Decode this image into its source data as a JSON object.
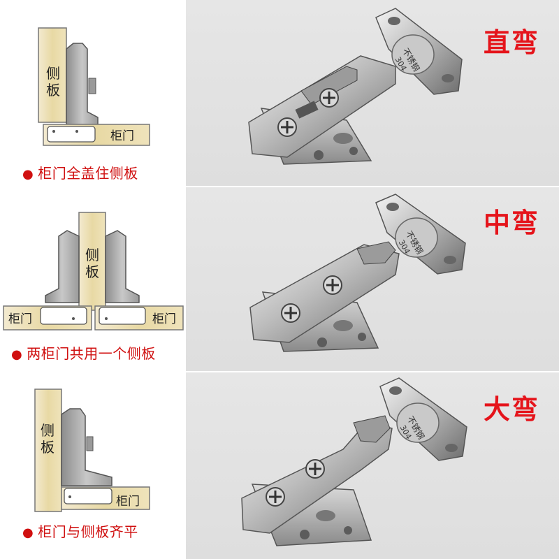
{
  "rows": [
    {
      "hinge_type": "直弯",
      "diagram_side_label": "侧板",
      "diagram_door_label": "柜门",
      "caption": "柜门全盖住侧板",
      "stamp": "不锈钢",
      "stamp_grade": "304"
    },
    {
      "hinge_type": "中弯",
      "diagram_side_label": "侧板",
      "diagram_door_label_left": "柜门",
      "diagram_door_label_right": "柜门",
      "caption": "两柜门共用一个侧板",
      "stamp": "不锈钢",
      "stamp_grade": "304"
    },
    {
      "hinge_type": "大弯",
      "diagram_side_label": "侧板",
      "diagram_door_label": "柜门",
      "caption": "柜门与侧板齐平",
      "stamp": "不锈钢",
      "stamp_grade": "304"
    }
  ],
  "colors": {
    "label_red": "#e5141b",
    "wood": "#ecdfae",
    "metal": "#a9a9a9"
  }
}
